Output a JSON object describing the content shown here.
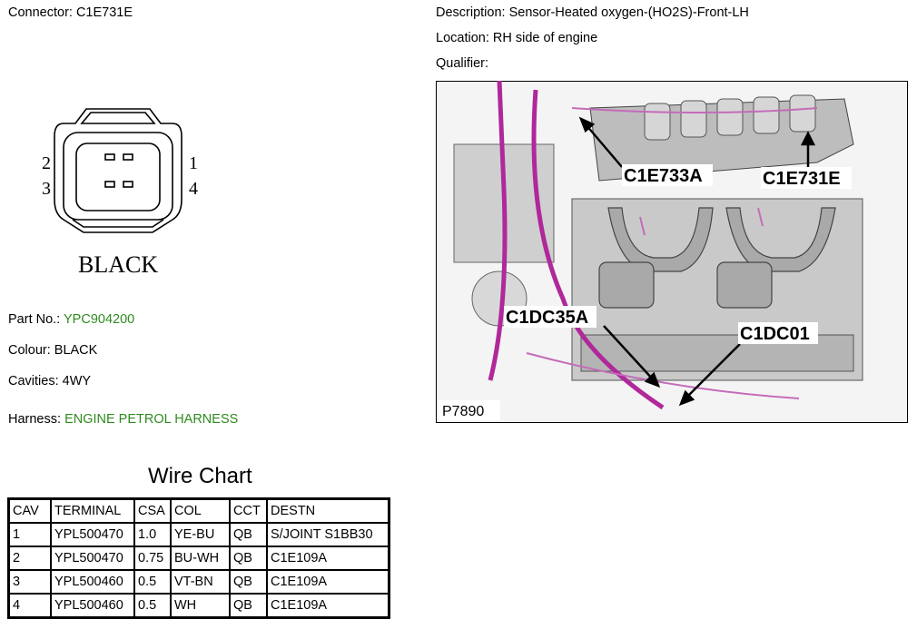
{
  "header": {
    "connector": "Connector: C1E731E",
    "description": "Description: Sensor-Heated oxygen-(HO2S)-Front-LH",
    "location": "Location: RH side of engine",
    "qualifier": "Qualifier:"
  },
  "connector_face": {
    "pins": [
      "2",
      "3",
      "1",
      "4"
    ],
    "colour_label": "BLACK"
  },
  "details": {
    "part_no_label": "Part No.:",
    "part_no_value": "YPC904200",
    "colour": "Colour: BLACK",
    "cavities": "Cavities: 4WY",
    "harness_label": "Harness:",
    "harness_value": "ENGINE PETROL HARNESS"
  },
  "wire_chart": {
    "title": "Wire Chart",
    "columns": [
      "CAV",
      "TERMINAL",
      "CSA",
      "COL",
      "CCT",
      "DESTN"
    ],
    "rows": [
      [
        "1",
        "YPL500470",
        "1.0",
        "YE-BU",
        "QB",
        "S/JOINT S1BB30"
      ],
      [
        "2",
        "YPL500470",
        "0.75",
        "BU-WH",
        "QB",
        "C1E109A"
      ],
      [
        "3",
        "YPL500460",
        "0.5",
        "VT-BN",
        "QB",
        "C1E109A"
      ],
      [
        "4",
        "YPL500460",
        "0.5",
        "WH",
        "QB",
        "C1E109A"
      ]
    ]
  },
  "engine_image": {
    "callouts": [
      "C1E733A",
      "C1E731E",
      "C1DC35A",
      "C1DC01"
    ],
    "figure_id": "P7890"
  },
  "colors": {
    "link_green": "#2e8b1f",
    "harness_magenta": "#b0289a"
  }
}
